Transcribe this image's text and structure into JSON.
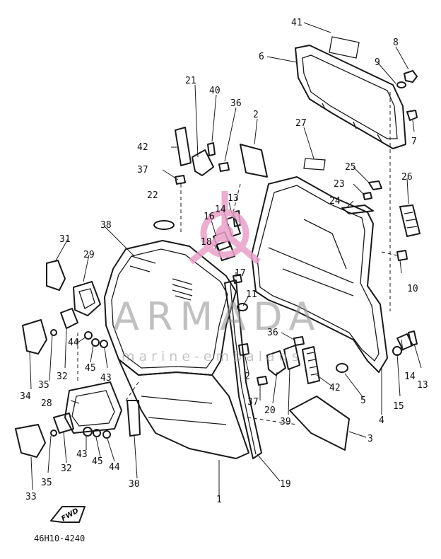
{
  "diagram": {
    "code": "46H10-4240",
    "fwd_label": "FWD",
    "watermark": {
      "word": "ARMADA",
      "subtitle": "marine-embalads"
    },
    "colors": {
      "line": "#1a1a1a",
      "watermark_logo": "#e8a0c8",
      "watermark_text": "#969696"
    }
  },
  "callouts": [
    {
      "id": "c41",
      "label": "41"
    },
    {
      "id": "c8",
      "label": "8"
    },
    {
      "id": "c6",
      "label": "6"
    },
    {
      "id": "c9",
      "label": "9"
    },
    {
      "id": "c7",
      "label": "7"
    },
    {
      "id": "c21",
      "label": "21"
    },
    {
      "id": "c40",
      "label": "40"
    },
    {
      "id": "c36a",
      "label": "36"
    },
    {
      "id": "c2a",
      "label": "2"
    },
    {
      "id": "c27",
      "label": "27"
    },
    {
      "id": "c42a",
      "label": "42"
    },
    {
      "id": "c37a",
      "label": "37"
    },
    {
      "id": "c25",
      "label": "25"
    },
    {
      "id": "c26",
      "label": "26"
    },
    {
      "id": "c23",
      "label": "23"
    },
    {
      "id": "c22",
      "label": "22"
    },
    {
      "id": "c13a",
      "label": "13"
    },
    {
      "id": "c24",
      "label": "24"
    },
    {
      "id": "c14a",
      "label": "14"
    },
    {
      "id": "c16",
      "label": "16"
    },
    {
      "id": "c38",
      "label": "38"
    },
    {
      "id": "c18",
      "label": "18"
    },
    {
      "id": "c31",
      "label": "31"
    },
    {
      "id": "c10",
      "label": "10"
    },
    {
      "id": "c29",
      "label": "29"
    },
    {
      "id": "c17",
      "label": "17"
    },
    {
      "id": "c11",
      "label": "11"
    },
    {
      "id": "c36b",
      "label": "36"
    },
    {
      "id": "c44a",
      "label": "44"
    },
    {
      "id": "c45a",
      "label": "45"
    },
    {
      "id": "c43a",
      "label": "43"
    },
    {
      "id": "c2b",
      "label": "2"
    },
    {
      "id": "c35a",
      "label": "35"
    },
    {
      "id": "c32a",
      "label": "32"
    },
    {
      "id": "c34",
      "label": "34"
    },
    {
      "id": "c14b",
      "label": "14"
    },
    {
      "id": "c13b",
      "label": "13"
    },
    {
      "id": "c42b",
      "label": "42"
    },
    {
      "id": "c15",
      "label": "15"
    },
    {
      "id": "c5",
      "label": "5"
    },
    {
      "id": "c37b",
      "label": "37"
    },
    {
      "id": "c20",
      "label": "20"
    },
    {
      "id": "c39",
      "label": "39"
    },
    {
      "id": "c4",
      "label": "4"
    },
    {
      "id": "c28",
      "label": "28"
    },
    {
      "id": "c3",
      "label": "3"
    },
    {
      "id": "c43b",
      "label": "43"
    },
    {
      "id": "c45b",
      "label": "45"
    },
    {
      "id": "c44b",
      "label": "44"
    },
    {
      "id": "c35b",
      "label": "35"
    },
    {
      "id": "c32b",
      "label": "32"
    },
    {
      "id": "c30",
      "label": "30"
    },
    {
      "id": "c19",
      "label": "19"
    },
    {
      "id": "c33",
      "label": "33"
    },
    {
      "id": "c1",
      "label": "1"
    }
  ]
}
